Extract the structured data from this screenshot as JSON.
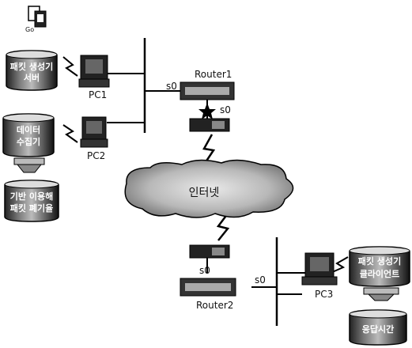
{
  "top_icon": {
    "caption": "Go"
  },
  "internet": {
    "label": "인터넷"
  },
  "routers": [
    {
      "name": "Router1",
      "port_a": "s0",
      "port_b": "s0"
    },
    {
      "name": "Router2",
      "port_a": "s0",
      "port_b": "s0"
    }
  ],
  "pcs": [
    "PC1",
    "PC2",
    "PC3"
  ],
  "boxes": {
    "packet_gen_server": [
      "패킷 생성기",
      "서버"
    ],
    "data_collector": [
      "데이터",
      "수집기"
    ],
    "result_box": [
      "기반 이용해",
      "패킷 폐기율"
    ],
    "packet_gen_client": [
      "패킷 생성기",
      "클라이언트"
    ],
    "response_time": [
      "응답시간"
    ]
  }
}
